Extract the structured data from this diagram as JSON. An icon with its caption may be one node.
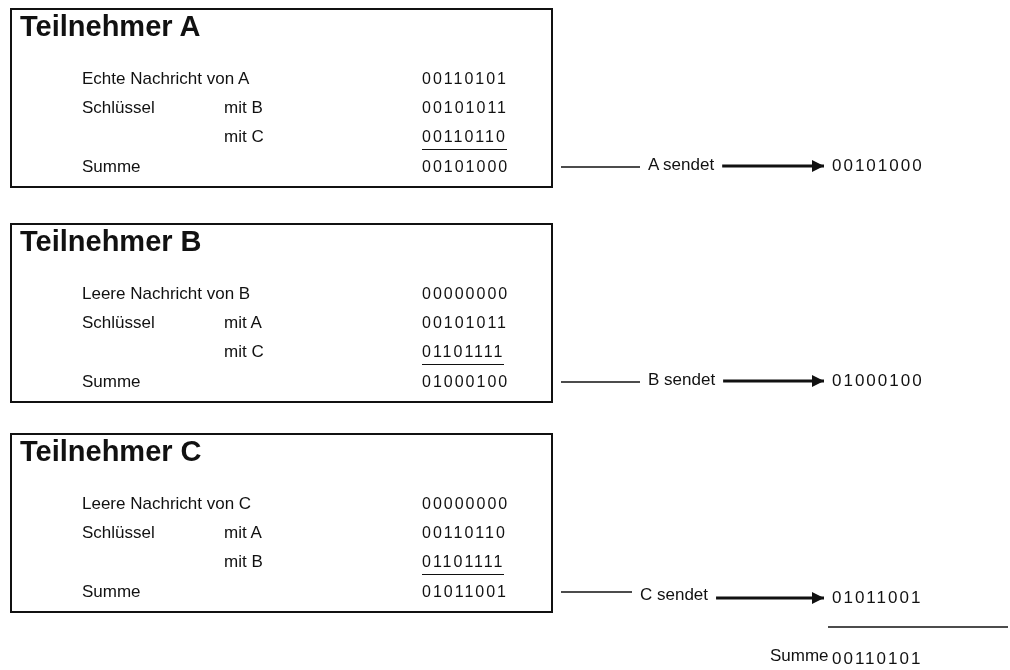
{
  "diagram": {
    "nodes": [
      {
        "text": [
          "Teilnehmer A",
          "Echte Nachricht von A",
          "00110101",
          "Schlüssel",
          "mit B",
          "00101011",
          "mit C",
          "00110110",
          "Summe",
          "00101000"
        ]
      },
      {
        "text": [
          "A sendet"
        ]
      },
      {
        "text": [
          "00101000"
        ]
      },
      {
        "text": [
          "Teilnehmer B",
          "Leere Nachricht von B",
          "00000000",
          "Schlüssel",
          "mit A",
          "00101011",
          "mit C",
          "01101111",
          "Summe",
          "01000100"
        ]
      },
      {
        "text": [
          "B sendet"
        ]
      },
      {
        "text": [
          "01000100"
        ]
      },
      {
        "text": [
          "Teilnehmer C",
          "Leere Nachricht von C",
          "00000000",
          "Schlüssel",
          "mit A",
          "00110110",
          "mit B",
          "01101111",
          "Summe",
          "01011001"
        ]
      },
      {
        "text": [
          "C sendet"
        ]
      },
      {
        "text": [
          "01011001"
        ]
      }
    ],
    "edges": [
      {
        "from": 0,
        "to": 1,
        "arrow": "none"
      },
      {
        "from": 1,
        "to": 2,
        "arrow": "to"
      },
      {
        "from": 3,
        "to": 4,
        "arrow": "none"
      },
      {
        "from": 4,
        "to": 5,
        "arrow": "to"
      },
      {
        "from": 6,
        "to": 7,
        "arrow": "none"
      },
      {
        "from": 7,
        "to": 8,
        "arrow": "to"
      }
    ],
    "labels": [
      "Summe",
      "00110101"
    ]
  }
}
